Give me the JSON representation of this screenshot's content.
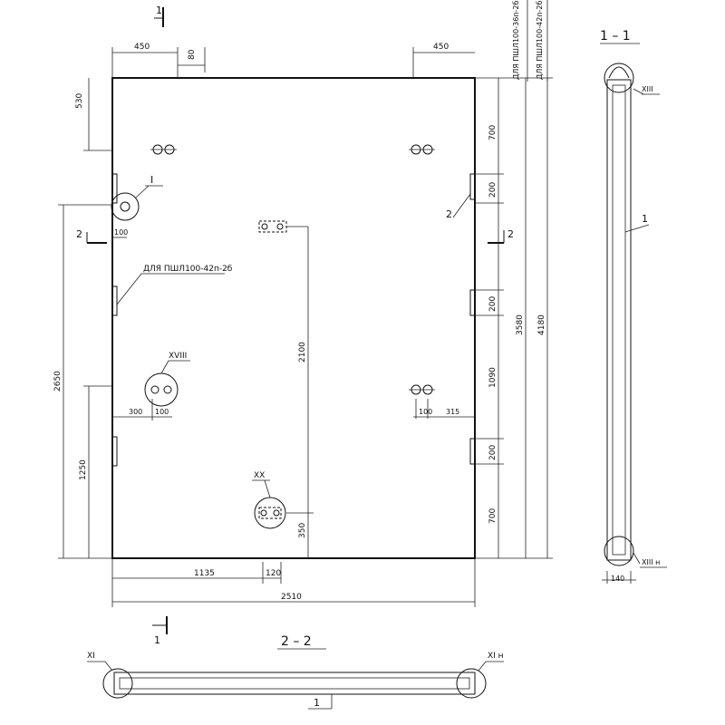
{
  "drawing": {
    "dimensions": {
      "top_left_450": "450",
      "top_80": "80",
      "top_right_450": "450",
      "left_530": "530",
      "right_700_top": "700",
      "right_200_a": "200",
      "right_200_b": "200",
      "right_1090": "1090",
      "right_200_c": "200",
      "right_700_bottom": "700",
      "right_3580": "3580",
      "right_4180": "4180",
      "left_2650": "2650",
      "left_1250": "1250",
      "mid_2100": "2100",
      "mid_350": "350",
      "hole_100_a": "100",
      "hole_300": "300",
      "hole_100_b": "100",
      "hole_100_c": "100",
      "hole_315": "315",
      "bottom_1135": "1135",
      "bottom_120": "120",
      "bottom_2510": "2510",
      "section_140": "140"
    },
    "labels": {
      "rotated_note_1": "ДЛЯ ПШЛ100-36п-2б",
      "rotated_note_2": "ДЛЯ ПШЛ100-42п-2б",
      "plate_note": "ДЛЯ ПШЛ100-42п-2б",
      "callout_I": "I",
      "callout_XVIII": "XVIII",
      "callout_XX": "XX",
      "callout_2": "2",
      "section_mark_1_top": "1",
      "section_mark_1_bottom": "1",
      "section_mark_2_left": "2",
      "section_mark_2_right": "2",
      "section_title_11": "1 – 1",
      "section_title_22": "2 – 2",
      "callout_XIII": "XIII",
      "callout_XIII_n": "XIII н",
      "callout_1_side": "1",
      "callout_XI": "XI",
      "callout_XI_n": "XI н",
      "callout_1_bottom": "1"
    }
  }
}
